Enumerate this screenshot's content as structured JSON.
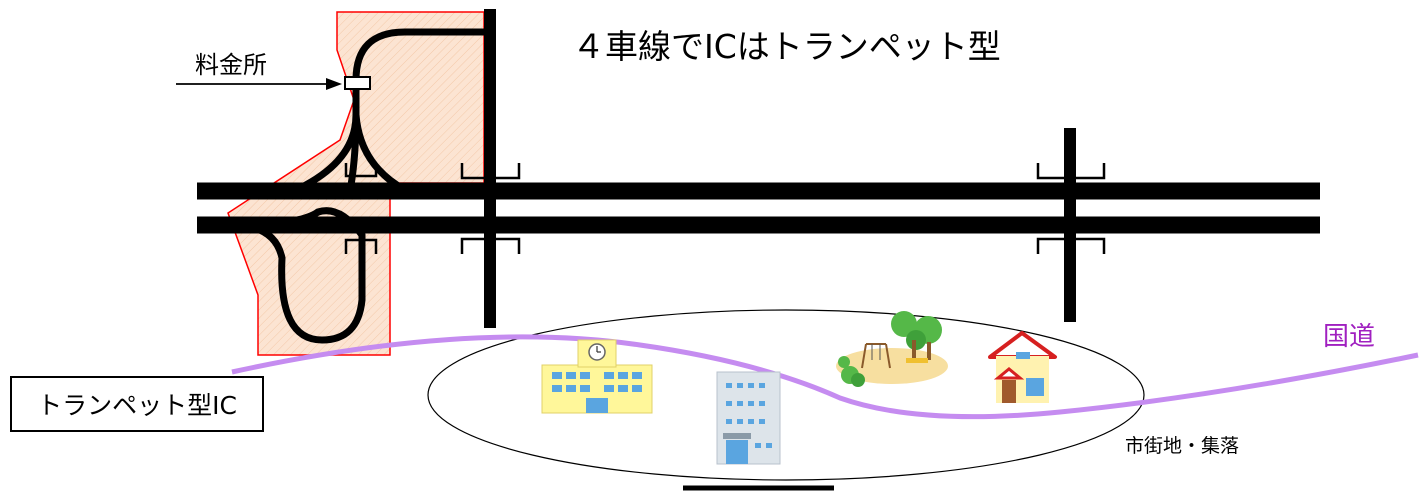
{
  "title": "４車線でICはトランペット型",
  "labels": {
    "tollgate": "料金所",
    "national_road": "国道",
    "town": "市街地・集落",
    "interchange_type": "トランペット型IC"
  },
  "colors": {
    "ic_area_fill": "#fce4d2",
    "ic_area_border": "#ff0000",
    "national_road": "#c58cf0",
    "national_road_label": "#a020c0",
    "road": "#000000"
  },
  "icons": [
    "school-building-icon",
    "office-building-icon",
    "park-playground-icon",
    "house-icon"
  ]
}
